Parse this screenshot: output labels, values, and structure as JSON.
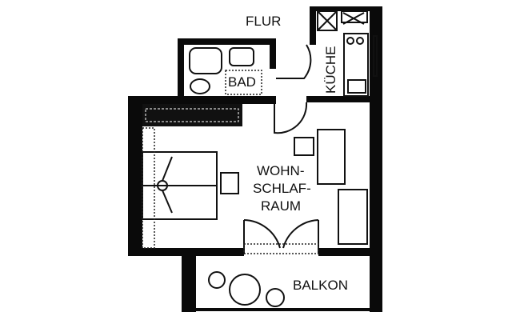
{
  "rooms": {
    "hallway": "FLUR",
    "bathroom": "BAD",
    "kitchen": "KÜCHE",
    "living_bedroom_line1": "WOHN-",
    "living_bedroom_line2": "SCHLAF-",
    "living_bedroom_line3": "RAUM",
    "balcony": "BALKON"
  }
}
